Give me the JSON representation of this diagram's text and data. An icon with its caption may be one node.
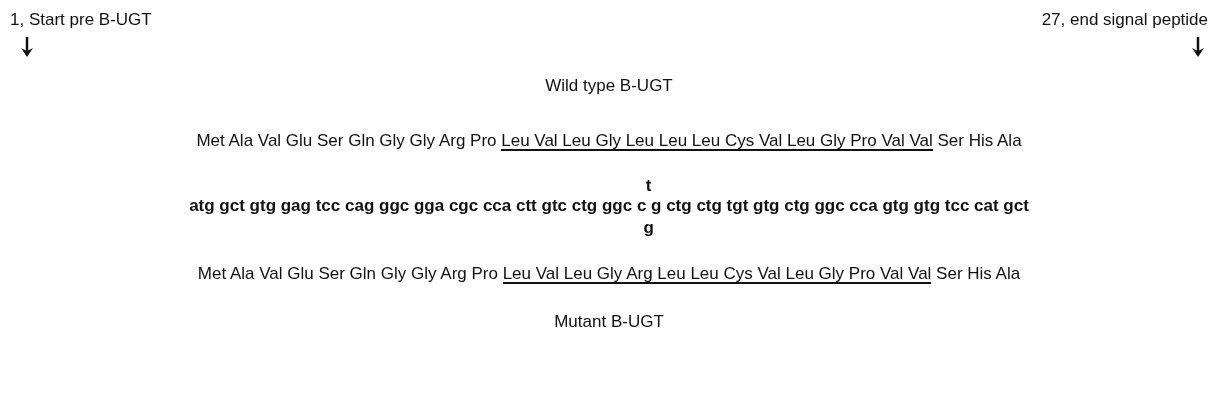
{
  "diagram": {
    "labels": [
      "1, Start pre B-UGT",
      "27, end signal peptide",
      "Wild type B-UGT",
      "Met Ala Val Glu Ser Gln Gly Gly Arg Pro Leu Val Leu Gly Leu Leu Leu Cys Val Leu Gly Pro Val Val Ser His Ala",
      "t",
      "atg gct gtg gag tcc cag ggc gga cgc cca ctt gtc ctg ggc c g ctg ctg tgt gtg ctg ggc cca gtg gtg tcc cat gct",
      "g",
      "Met Ala Val Glu Ser Gln Gly Gly Arg Pro Leu Val Leu Gly Arg Leu Leu Cys Val Leu Gly Pro Val Val Ser His Ala",
      "Mutant B-UGT"
    ]
  }
}
